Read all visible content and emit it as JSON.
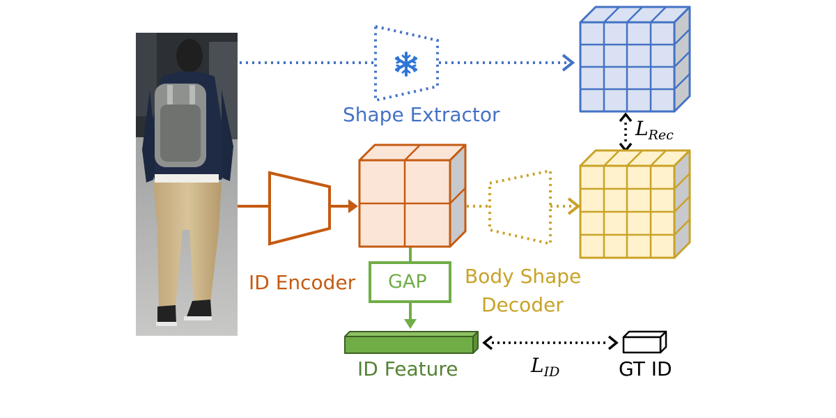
{
  "labels": {
    "shape_extractor": "Shape Extractor",
    "id_encoder": "ID Encoder",
    "gap": "GAP",
    "body_shape_decoder_line1": "Body Shape",
    "body_shape_decoder_line2": "Decoder",
    "id_feature": "ID Feature",
    "gt_id": "GT ID"
  },
  "losses": {
    "rec": {
      "symbol": "L",
      "subscript": "Rec"
    },
    "id": {
      "symbol": "L",
      "subscript": "ID"
    }
  },
  "icons": {
    "frozen": "snowflake-icon",
    "person": "pedestrian-photo"
  },
  "colors": {
    "blue": "#4472c4",
    "blue_fill": "#d9e1f2",
    "orange": "#c55a11",
    "orange_fill": "#fbe5d6",
    "gold": "#c9a227",
    "gold_fill": "#fff2cc",
    "green": "#70ad47",
    "green_dark": "#548235",
    "black": "#000000"
  }
}
